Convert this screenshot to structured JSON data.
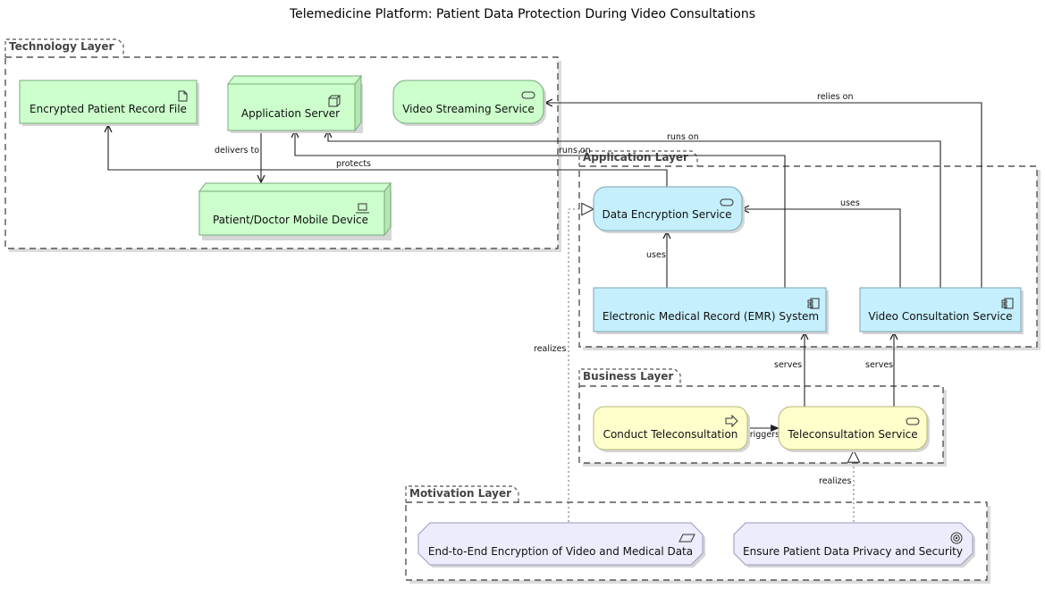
{
  "title": "Telemedicine Platform: Patient Data Protection During Video Consultations",
  "layers": {
    "technology": "Technology Layer",
    "application": "Application Layer",
    "business": "Business Layer",
    "motivation": "Motivation Layer"
  },
  "nodes": {
    "encrypted_file": "Encrypted Patient Record File",
    "app_server": "Application Server",
    "video_streaming": "Video Streaming Service",
    "mobile_device": "Patient/Doctor Mobile Device",
    "data_encryption": "Data Encryption Service",
    "emr_system": "Electronic Medical Record (EMR) System",
    "video_consultation": "Video Consultation Service",
    "conduct_teleconsult": "Conduct Teleconsultation",
    "teleconsult_service": "Teleconsultation Service",
    "e2e_encryption": "End-to-End Encryption of Video and Medical Data",
    "ensure_privacy": "Ensure Patient Data Privacy and Security"
  },
  "edges": {
    "relies_on": "relies on",
    "runs_on_1": "runs on",
    "runs_on_2": "runs on",
    "delivers_to": "delivers to",
    "protects": "protects",
    "uses_1": "uses",
    "uses_2": "uses",
    "serves_1": "serves",
    "serves_2": "serves",
    "triggers": "triggers",
    "realizes_1": "realizes",
    "realizes_2": "realizes"
  },
  "icons": {
    "artifact": "document-icon",
    "node": "node-box-icon",
    "service": "service-pill-icon",
    "device": "device-icon",
    "component": "component-icon",
    "process": "process-arrow-icon",
    "requirement": "requirement-icon",
    "goal": "goal-icon"
  },
  "colors": {
    "technology": "#ccffcc",
    "application": "#c5effc",
    "business": "#ffffcc",
    "motivation": "#ececfc"
  }
}
